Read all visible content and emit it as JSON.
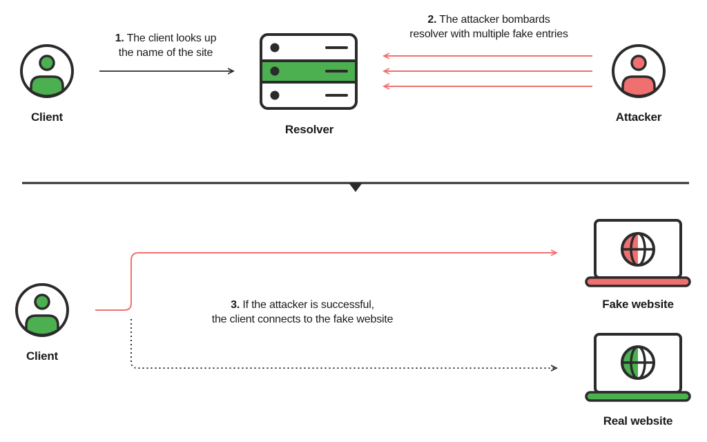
{
  "colors": {
    "ink": "#2b2b2b",
    "green": "#4caf50",
    "red": "#f07070",
    "white": "#ffffff"
  },
  "top": {
    "client_label": "Client",
    "resolver_label": "Resolver",
    "attacker_label": "Attacker",
    "step1": {
      "number": "1.",
      "line1": "The client looks up",
      "line2": "the name of the site"
    },
    "step2": {
      "number": "2.",
      "line1": "The attacker bombards",
      "line2": "resolver with multiple fake entries"
    }
  },
  "bottom": {
    "client_label": "Client",
    "fake_label": "Fake website",
    "real_label": "Real website",
    "step3": {
      "number": "3.",
      "line1": "If the attacker is successful,",
      "line2": "the client connects to the fake website"
    }
  },
  "icons": {
    "client": "user-icon",
    "attacker": "user-icon",
    "resolver": "server-icon",
    "website": "laptop-globe-icon"
  }
}
